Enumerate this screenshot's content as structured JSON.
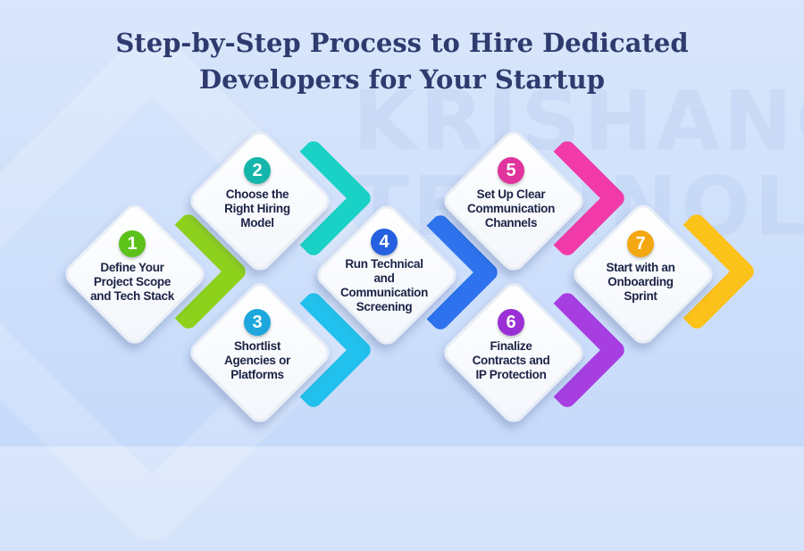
{
  "title": {
    "line1": "Step-by-Step Process to Hire Dedicated",
    "line2": "Developers for Your Startup"
  },
  "watermark": "KRISHANG\nTECHNOLAB",
  "steps": [
    {
      "number": "1",
      "lines": [
        "Define Your",
        "Project Scope",
        "and Tech Stack"
      ],
      "badge_color": "#5cc21a",
      "chevron_color": "#8ed11c"
    },
    {
      "number": "2",
      "lines": [
        "Choose the",
        "Right Hiring",
        "Model"
      ],
      "badge_color": "#14b5aa",
      "chevron_color": "#1ad1c6"
    },
    {
      "number": "3",
      "lines": [
        "Shortlist",
        "Agencies or",
        "Platforms"
      ],
      "badge_color": "#1da7dd",
      "chevron_color": "#22c0ec"
    },
    {
      "number": "4",
      "lines": [
        "Run Technical",
        "and",
        "Communication",
        "Screening"
      ],
      "badge_color": "#2460e0",
      "chevron_color": "#2e72ee"
    },
    {
      "number": "5",
      "lines": [
        "Set Up Clear",
        "Communication",
        "Channels"
      ],
      "badge_color": "#e0339d",
      "chevron_color": "#f23ba8"
    },
    {
      "number": "6",
      "lines": [
        "Finalize",
        "Contracts and",
        "IP Protection"
      ],
      "badge_color": "#9b2fd6",
      "chevron_color": "#a73ee2"
    },
    {
      "number": "7",
      "lines": [
        "Start with an",
        "Onboarding",
        "Sprint"
      ],
      "badge_color": "#f3a711",
      "chevron_color": "#fbc21a"
    }
  ]
}
